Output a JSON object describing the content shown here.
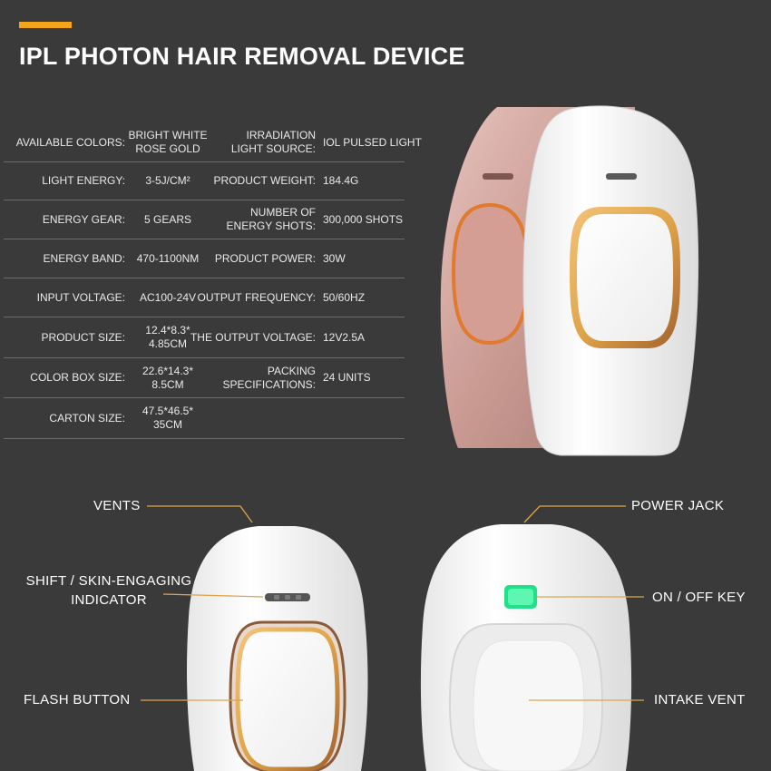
{
  "title": "IPL PHOTON HAIR REMOVAL DEVICE",
  "colors": {
    "accent": "#f2a51a",
    "background": "#3a3a3a",
    "gold_ring": "#e0a54a",
    "power_led": "#21e08a",
    "rose_gold": "#c99b93"
  },
  "specs": [
    {
      "k1": "AVAILABLE COLORS:",
      "v1": "BRIGHT WHITE\nROSE GOLD",
      "k2": "IRRADIATION\nLIGHT SOURCE:",
      "v2": "IOL PULSED LIGHT"
    },
    {
      "k1": "LIGHT ENERGY:",
      "v1": "3-5J/CM²",
      "k2": "PRODUCT WEIGHT:",
      "v2": "184.4G"
    },
    {
      "k1": "ENERGY GEAR:",
      "v1": "5 GEARS",
      "k2": "NUMBER OF\nENERGY SHOTS:",
      "v2": "300,000 SHOTS"
    },
    {
      "k1": "ENERGY BAND:",
      "v1": "470-1100NM",
      "k2": "PRODUCT POWER:",
      "v2": "30W"
    },
    {
      "k1": "INPUT VOLTAGE:",
      "v1": "AC100-24V",
      "k2": "OUTPUT FREQUENCY:",
      "v2": "50/60HZ"
    },
    {
      "k1": "PRODUCT SIZE:",
      "v1": "12.4*8.3*\n4.85CM",
      "k2": "THE OUTPUT VOLTAGE:",
      "v2": "12V2.5A"
    },
    {
      "k1": "COLOR BOX SIZE:",
      "v1": "22.6*14.3*\n8.5CM",
      "k2": "PACKING\nSPECIFICATIONS:",
      "v2": "24 UNITS"
    },
    {
      "k1": "CARTON SIZE:",
      "v1": "47.5*46.5*\n35CM",
      "k2": "",
      "v2": ""
    }
  ],
  "callouts": {
    "vents": "VENTS",
    "shift_indicator": "SHIFT / SKIN-ENGAGING\nINDICATOR",
    "flash_button": "FLASH BUTTON",
    "power_jack": "POWER JACK",
    "on_off_key": "ON / OFF KEY",
    "intake_vent": "INTAKE VENT"
  },
  "icons": [
    "device-front-icon",
    "device-back-icon",
    "power-led-icon",
    "indicator-slot-icon"
  ]
}
